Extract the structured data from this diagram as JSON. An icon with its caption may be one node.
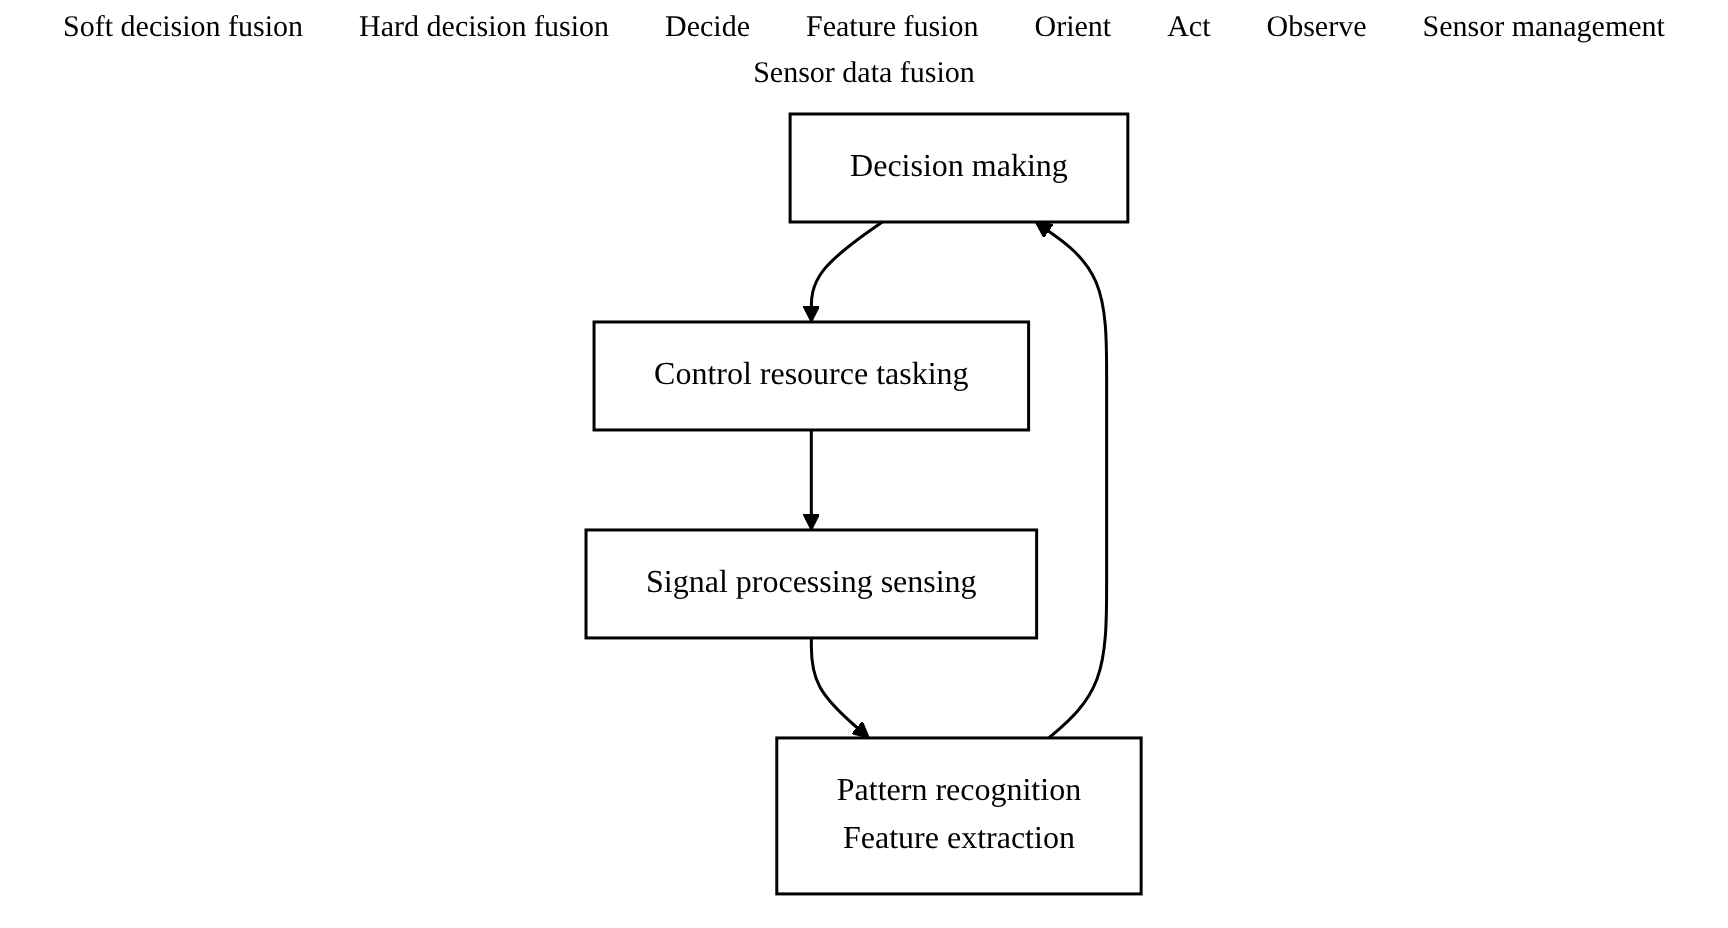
{
  "diagram": {
    "nodes": [
      {
        "text": [
          "Decision making"
        ]
      },
      {
        "text": [
          "Pattern recognition",
          "Feature extraction"
        ]
      },
      {
        "text": [
          "Control resource tasking"
        ]
      },
      {
        "text": [
          "Signal processing sensing"
        ]
      }
    ],
    "edges": [
      {
        "from": 1,
        "to": 0,
        "arrow": "to"
      },
      {
        "from": 0,
        "to": 2,
        "arrow": "to"
      },
      {
        "from": 2,
        "to": 3,
        "arrow": "to"
      },
      {
        "from": 3,
        "to": 1,
        "arrow": "to"
      }
    ],
    "labels": [
      "Soft decision fusion",
      "Hard decision fusion",
      "Decide",
      "Feature fusion",
      "Orient",
      "Act",
      "Observe",
      "Sensor management",
      "Sensor data fusion"
    ]
  }
}
